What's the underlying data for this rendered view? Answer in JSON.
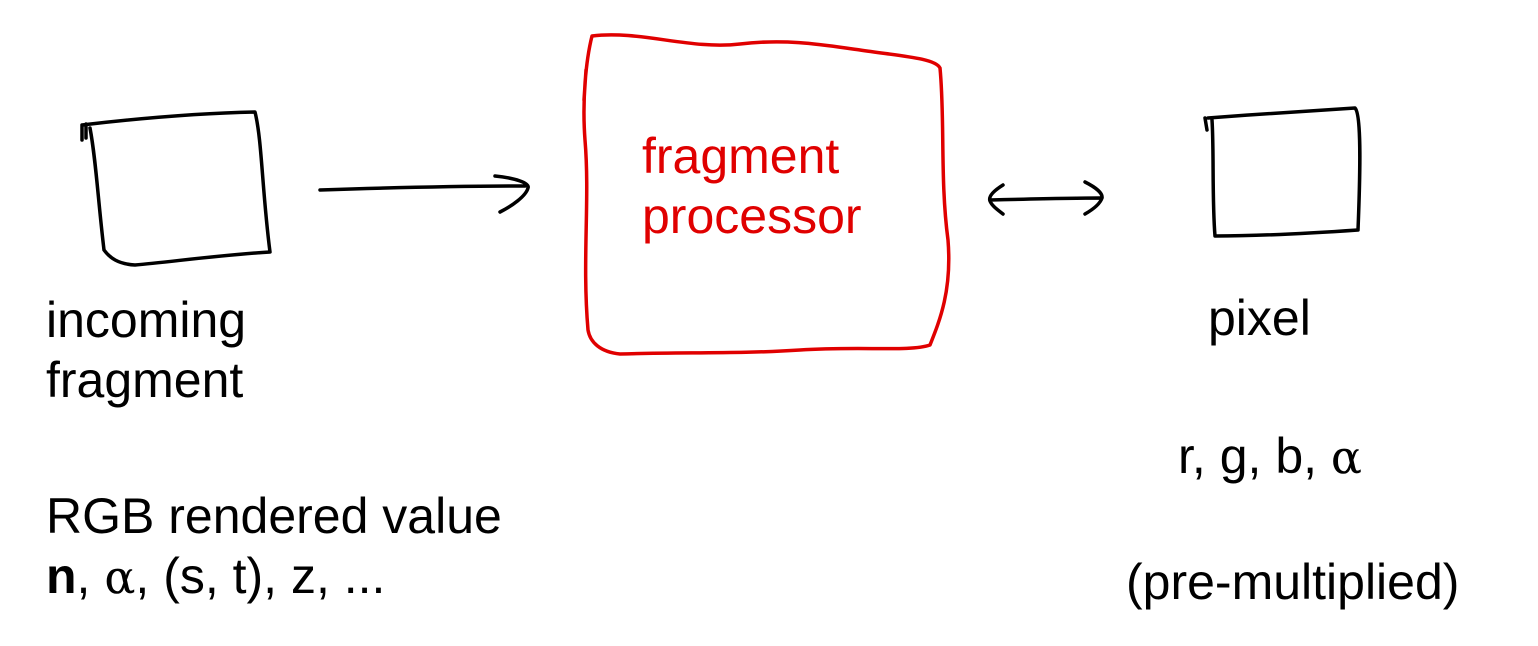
{
  "colors": {
    "ink": "#000000",
    "processor": "#e00000",
    "background": "#ffffff"
  },
  "nodes": {
    "incoming": {
      "line1": "incoming",
      "line2": "fragment"
    },
    "processor": {
      "line1": "fragment",
      "line2": "processor"
    },
    "pixel": {
      "label": "pixel",
      "channels": {
        "r": "r",
        "g": "g",
        "b": "b",
        "alpha": "α",
        "sep": ", "
      },
      "note": "(pre-multiplied)"
    }
  },
  "attributes": {
    "line1": "RGB rendered value",
    "normal": "n",
    "alpha": "α",
    "rest_a": ",",
    "rest_b": ",  (s, t),  z, ...",
    "sep": ", "
  },
  "edges": [
    {
      "from": "incoming",
      "to": "processor",
      "style": "single-arrow"
    },
    {
      "from": "processor",
      "to": "pixel",
      "style": "double-arrow"
    }
  ]
}
